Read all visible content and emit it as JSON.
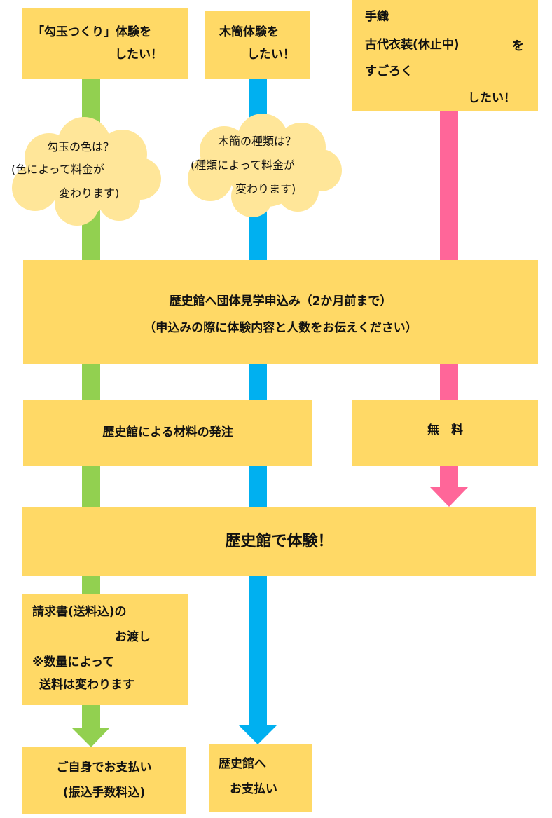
{
  "colors": {
    "box": "#FFD966",
    "cloud": "#FFE699",
    "green": "#92D050",
    "blue": "#00B0F0",
    "pink": "#FF6699"
  },
  "start": {
    "magatama": {
      "line1": "「勾玉つくり」体験を",
      "line2": "したい！"
    },
    "mokkan": {
      "line1": "木簡体験を",
      "line2": "したい！"
    },
    "others": {
      "items": [
        "手織",
        "古代衣装(休止中)",
        "すごろく"
      ],
      "suffix": "を",
      "line_last": "したい！"
    }
  },
  "clouds": {
    "magatama": {
      "line1": "勾玉の色は？",
      "line2": "(色によって料金が",
      "line3": "変わります)"
    },
    "mokkan": {
      "line1": "木簡の種類は？",
      "line2": "(種類によって料金が",
      "line3": "変わります)"
    }
  },
  "application": {
    "line1": "歴史館へ団体見学申込み（2か月前まで）",
    "line2": "（申込みの際に体験内容と人数をお伝えください）"
  },
  "order": "歴史館による材料の発注",
  "free": "無　料",
  "experience": "歴史館で体験！",
  "invoice": {
    "line1": "請求書(送料込)の",
    "line2": "お渡し",
    "line3": "※数量によって",
    "line4": "送料は変わります"
  },
  "pay_self": {
    "line1": "ご自身でお支払い",
    "line2": "(振込手数料込)"
  },
  "pay_museum": {
    "line1": "歴史館へ",
    "line2": "お支払い"
  }
}
